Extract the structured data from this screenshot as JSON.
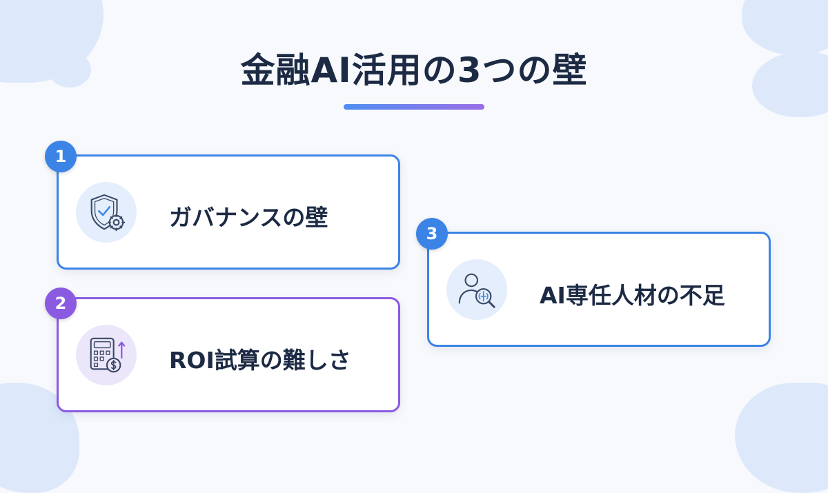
{
  "title": "金融AI活用の3つの壁",
  "colors": {
    "accent_blue": "#3b84e6",
    "accent_purple": "#8a5be0",
    "title_text": "#1c2a44",
    "background": "#f8f9fc"
  },
  "cards": [
    {
      "number": "1",
      "label": "ガバナンスの壁",
      "icon": "shield-gear-icon",
      "color": "#3b84e6"
    },
    {
      "number": "2",
      "label": "ROI試算の難しさ",
      "icon": "calculator-dollar-icon",
      "color": "#8a5be0"
    },
    {
      "number": "3",
      "label": "AI専任人材の不足",
      "icon": "person-brain-search-icon",
      "color": "#3b84e6"
    }
  ]
}
